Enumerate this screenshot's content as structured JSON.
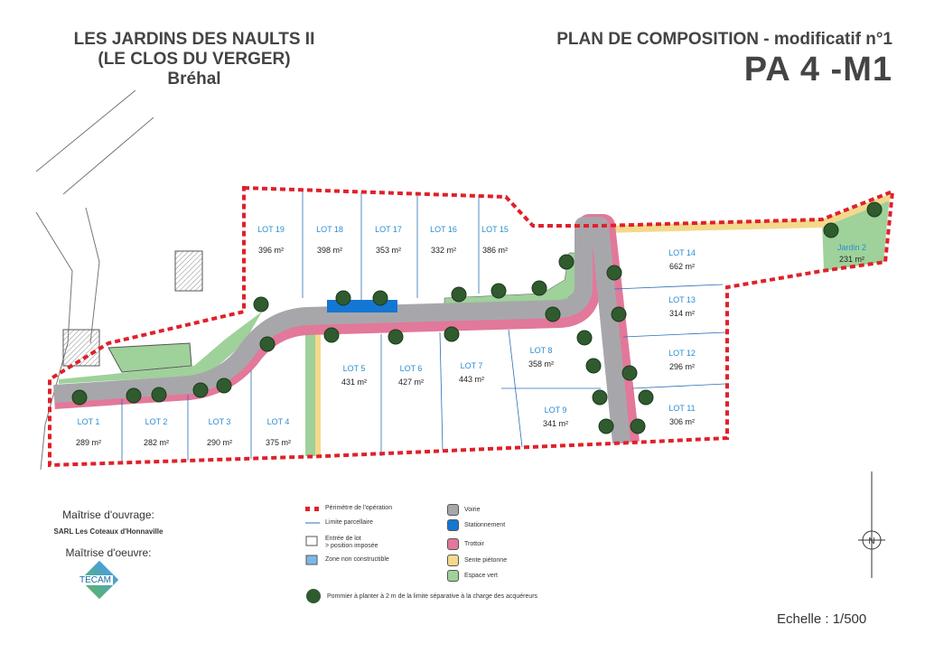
{
  "header": {
    "title_line1": "LES JARDINS DES NAULTS II",
    "title_line2": "(LE CLOS DU VERGER)",
    "town": "Bréhal",
    "plan_title": "PLAN DE COMPOSITION - modificatif n°1",
    "plan_code": "PA 4 -M1"
  },
  "lots": [
    {
      "label": "LOT 1",
      "area": "289 m²"
    },
    {
      "label": "LOT 2",
      "area": "282 m²"
    },
    {
      "label": "LOT 3",
      "area": "290 m²"
    },
    {
      "label": "LOT 4",
      "area": "375 m²"
    },
    {
      "label": "LOT 5",
      "area": "431 m²"
    },
    {
      "label": "LOT 6",
      "area": "427 m²"
    },
    {
      "label": "LOT 7",
      "area": "443 m²"
    },
    {
      "label": "LOT 8",
      "area": "358 m²"
    },
    {
      "label": "LOT 9",
      "area": "341 m²"
    },
    {
      "label": "LOT 11",
      "area": "306 m²"
    },
    {
      "label": "LOT 12",
      "area": "296 m²"
    },
    {
      "label": "LOT 13",
      "area": "314 m²"
    },
    {
      "label": "LOT 14",
      "area": "662 m²"
    },
    {
      "label": "LOT 15",
      "area": "386 m²"
    },
    {
      "label": "LOT 16",
      "area": "332 m²"
    },
    {
      "label": "LOT 17",
      "area": "353 m²"
    },
    {
      "label": "LOT 18",
      "area": "398 m²"
    },
    {
      "label": "LOT 19",
      "area": "396 m²"
    },
    {
      "label": "Jardin 2",
      "area": "231 m²"
    }
  ],
  "legend": {
    "perimetre": "Périmètre de l'opération",
    "limite": "Limite parcellaire",
    "entree": "Entrée de lot\n> position imposée",
    "zone": "Zone non constructible",
    "voirie": "Voirie",
    "stationnement": "Stationnement",
    "trottoir": "Trottoir",
    "sente": "Sente piétonne",
    "espace_vert": "Espace vert",
    "pommier": "Pommier à planter à 2 m de la limite séparative à la charge des acquéreurs"
  },
  "colors": {
    "perimetre": "#e0202a",
    "limite": "#2a6fb5",
    "voirie": "#a7a7ab",
    "stationnement": "#1477d4",
    "trottoir": "#e2789a",
    "sente": "#f3d98c",
    "espace_vert": "#9fd19a",
    "tree": "#2f5b2f"
  },
  "credits": {
    "ouvrage_label": "Maîtrise d'ouvrage:",
    "ouvrage_name": "SARL Les Coteaux d'Honnaville",
    "oeuvre_label": "Maîtrise d'oeuvre:",
    "logo_text": "TECAM"
  },
  "north": "N",
  "scale": "Echelle : 1/500"
}
